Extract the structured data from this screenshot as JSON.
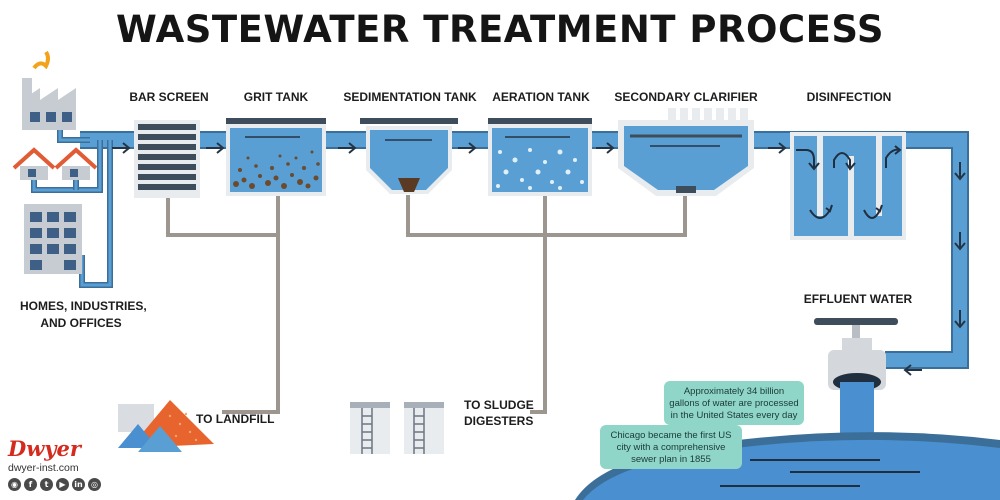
{
  "title": "WASTEWATER TREATMENT PROCESS",
  "stages": {
    "bar_screen": "BAR SCREEN",
    "grit_tank": "GRIT TANK",
    "sedimentation_tank": "SEDIMENTATION TANK",
    "aeration_tank": "AERATION TANK",
    "secondary_clarifier": "SECONDARY CLARIFIER",
    "disinfection": "DISINFECTION"
  },
  "sources": {
    "line1": "HOMES, INDUSTRIES,",
    "line2": "AND OFFICES"
  },
  "outputs": {
    "landfill": "TO LANDFILL",
    "sludge_line1": "TO SLUDGE",
    "sludge_line2": "DIGESTERS",
    "effluent": "EFFLUENT WATER"
  },
  "facts": {
    "fact1": "Approximately 34 billion gallons of water are processed in the United States every day",
    "fact2": "Chicago became the first US city with a comprehensive sewer plan in 1855"
  },
  "brand": {
    "name": "Dwyer",
    "site": "dwyer-inst.com",
    "social_icons": [
      "rss-icon",
      "facebook-icon",
      "twitter-icon",
      "youtube-icon",
      "linkedin-icon",
      "instagram-icon"
    ]
  },
  "colors": {
    "water": "#5a9fd4",
    "pipe_outline": "#3b6f9a",
    "tank_steel": "#3e4d5c",
    "sludge_pipe": "#9c968f",
    "landfill": "#e8642e",
    "brand_red": "#d52b1e",
    "note_bg": "#8fd6c8"
  }
}
